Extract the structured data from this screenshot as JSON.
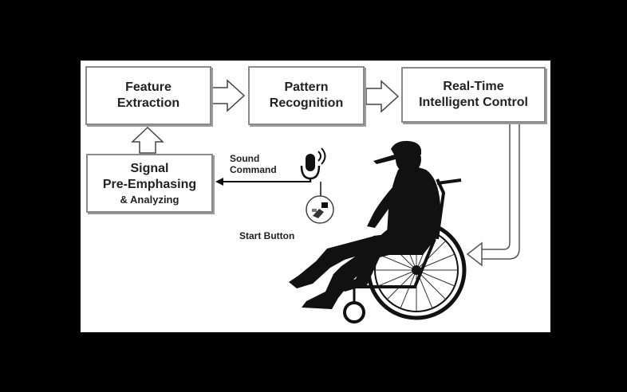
{
  "boxes": {
    "feature": [
      "Feature",
      "Extraction"
    ],
    "pattern": [
      "Pattern",
      "Recognition"
    ],
    "control": [
      "Real-Time",
      "Intelligent Control"
    ],
    "signal": [
      "Signal",
      "Pre-Emphasing",
      "& Analyzing"
    ]
  },
  "labels": {
    "sound_command": [
      "Sound",
      "Command"
    ],
    "start_button": "Start Button"
  },
  "icons": [
    "microphone-icon",
    "hand-button-icon",
    "wheelchair-user-silhouette"
  ]
}
